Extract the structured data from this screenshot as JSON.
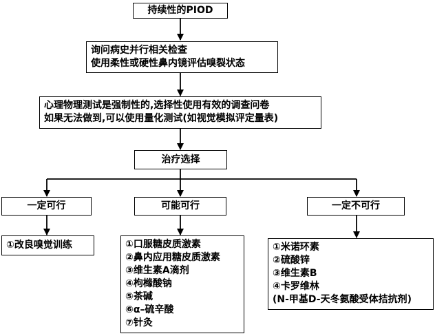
{
  "flowchart": {
    "start": "持续性的PIOD",
    "history": [
      "询问病史并行相关检查",
      "使用柔性或硬性鼻内镜评估嗅裂状态"
    ],
    "testing": [
      "心理物理测试是强制性的,选择性使用有效的调查问卷",
      "如果无法做到,可以使用量化测试(如视觉模拟评定量表)"
    ],
    "treatment": "治疗选择",
    "branches": {
      "definite": {
        "label": "一定可行",
        "items": [
          "①改良嗅觉训练"
        ]
      },
      "possible": {
        "label": "可能可行",
        "items": [
          "①口服糖皮质激素",
          "②鼻内应用糖皮质激素",
          "③维生素A滴剂",
          "④枸橼酸钠",
          "⑤茶碱",
          "⑥α–硫辛酸",
          "⑦针灸"
        ]
      },
      "not_feasible": {
        "label": "一定不可行",
        "items": [
          "①米诺环素",
          "②硫酸锌",
          "③维生素B",
          "④卡罗维林",
          "(N-甲基D-天冬氨酸受体拮抗剂)"
        ]
      }
    }
  }
}
